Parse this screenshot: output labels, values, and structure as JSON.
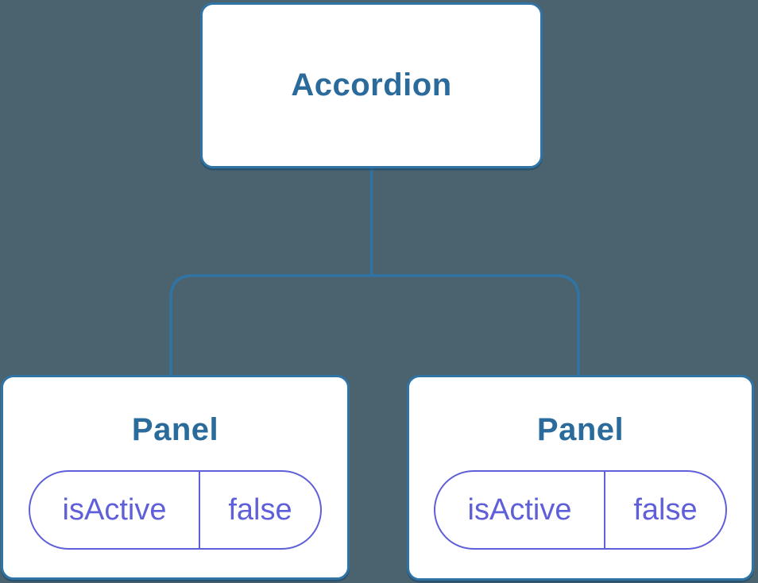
{
  "diagram": {
    "type": "component-tree",
    "root": {
      "label": "Accordion"
    },
    "children": [
      {
        "label": "Panel",
        "state": {
          "name": "isActive",
          "value": "false"
        }
      },
      {
        "label": "Panel",
        "state": {
          "name": "isActive",
          "value": "false"
        }
      }
    ]
  },
  "colors": {
    "background": "#4b636e",
    "node_fill": "#ffffff",
    "node_border": "#3074a6",
    "node_label": "#2b6b9c",
    "state_accent": "#5f5fd9"
  }
}
